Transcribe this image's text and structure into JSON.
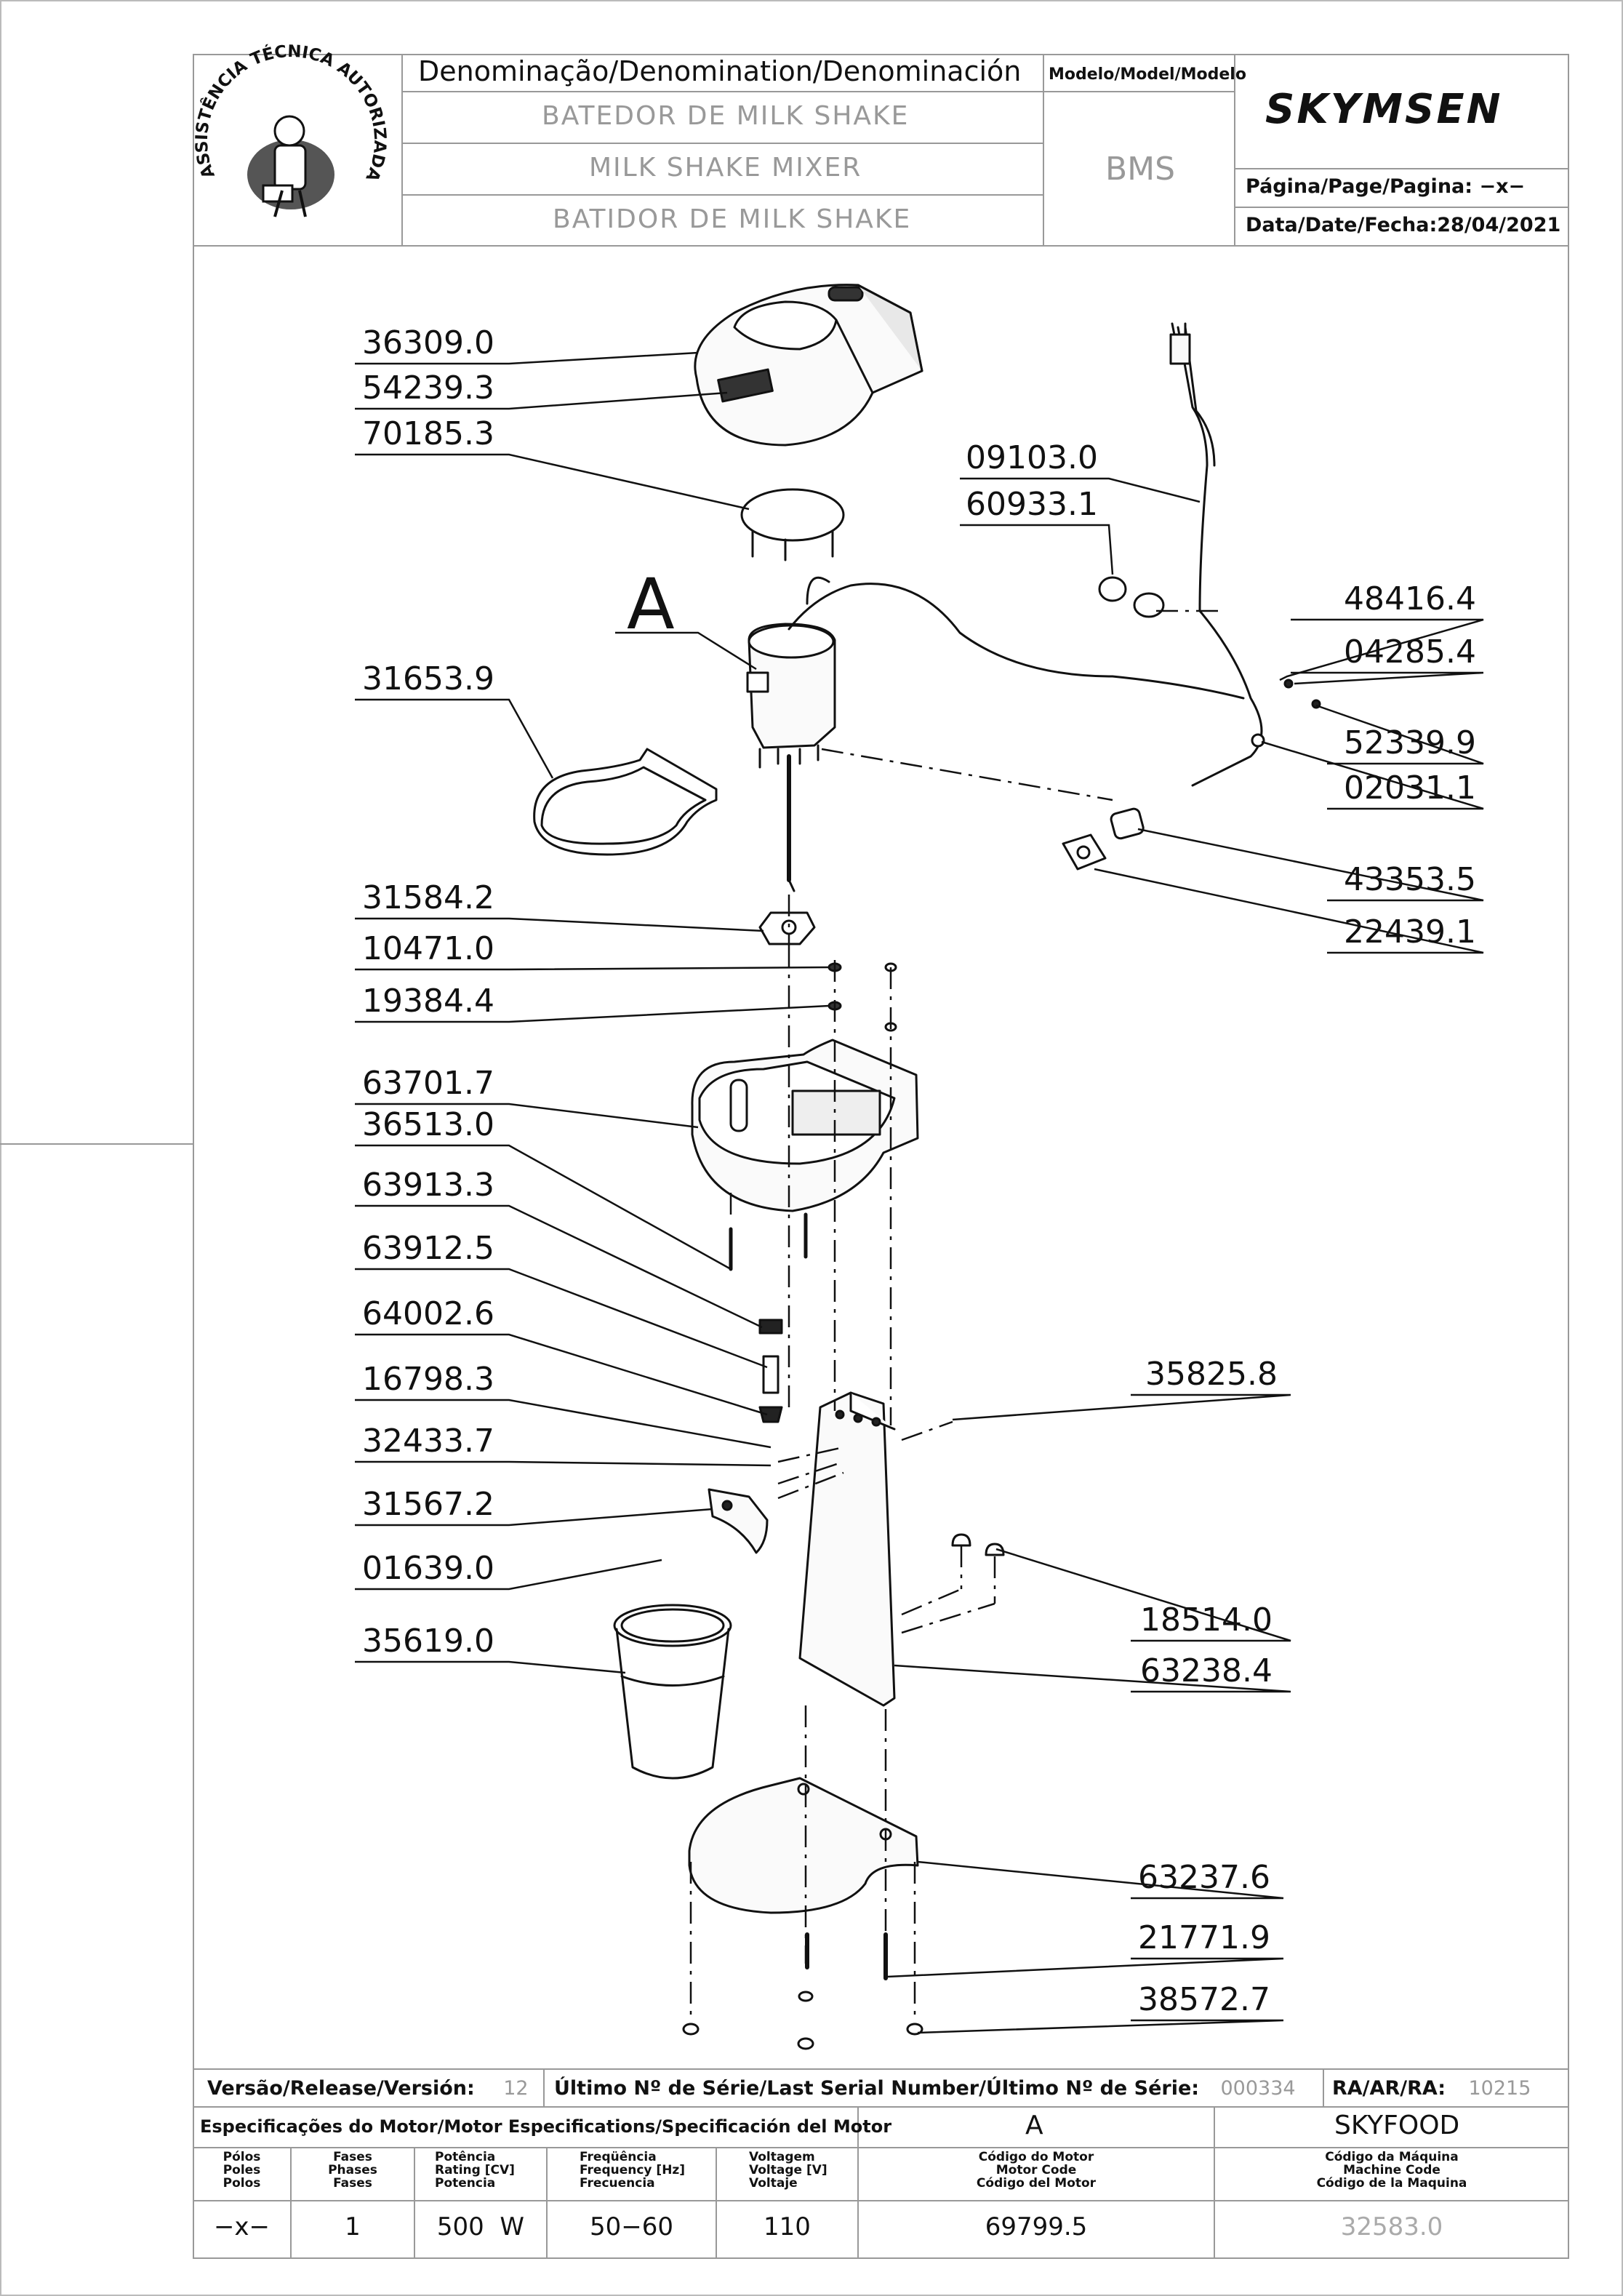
{
  "header": {
    "denomination_label": "Denominação/Denomination/Denominación",
    "name_pt": "BATEDOR DE MILK SHAKE",
    "name_en": "MILK SHAKE MIXER",
    "name_es": "BATIDOR DE MILK SHAKE",
    "model_label": "Modelo/Model/Modelo",
    "model_value": "BMS",
    "brand": "SKYMSEN",
    "page_label": "Página/Page/Pagina:",
    "page_value": "−x−",
    "date_label": "Data/Date/Fecha:",
    "date_value": "28/04/2021",
    "seal_text": "ASSISTÊNCIA TÉCNICA AUTORIZADA"
  },
  "callouts": {
    "detail_marker": "A",
    "parts": [
      "36309.0",
      "54239.3",
      "70185.3",
      "31653.9",
      "31584.2",
      "10471.0",
      "19384.4",
      "63701.7",
      "36513.0",
      "63913.3",
      "63912.5",
      "64002.6",
      "16798.3",
      "32433.7",
      "31567.2",
      "01639.0",
      "35619.0",
      "09103.0",
      "60933.1",
      "48416.4",
      "04285.4",
      "52339.9",
      "02031.1",
      "43353.5",
      "22439.1",
      "35825.8",
      "18514.0",
      "63238.4",
      "63237.6",
      "21771.9",
      "38572.7"
    ]
  },
  "footer": {
    "release_label": "Versão/Release/Versión:",
    "release_value": "12",
    "serial_label": "Último Nº de Série/Last Serial Number/Último Nº de Série:",
    "serial_value": "000334",
    "ra_label": "RA/AR/RA:",
    "ra_value": "10215",
    "motor_spec_label": "Especificações do Motor/Motor Especifications/Specificación del Motor",
    "motor_letter": "A",
    "brand2": "SKYFOOD",
    "col_poles": [
      "Pólos",
      "Poles",
      "Polos"
    ],
    "col_phases": [
      "Fases",
      "Phases",
      "Fases"
    ],
    "col_power": [
      "Potência",
      "Rating [CV]",
      "Potencia"
    ],
    "col_freq": [
      "Freqüência",
      "Frequency [Hz]",
      "Frecuencia"
    ],
    "col_volt": [
      "Voltagem",
      "Voltage [V]",
      "Voltaje"
    ],
    "col_motor_code": [
      "Código do Motor",
      "Motor Code",
      "Código del Motor"
    ],
    "col_machine_code": [
      "Código da Máquina",
      "Machine Code",
      "Código de la Maquina"
    ],
    "val_poles": "−x−",
    "val_phases": "1",
    "val_power": "500  W",
    "val_freq": "50−60",
    "val_volt": "110",
    "val_motor_code": "69799.5",
    "val_machine_code": "32583.0"
  }
}
